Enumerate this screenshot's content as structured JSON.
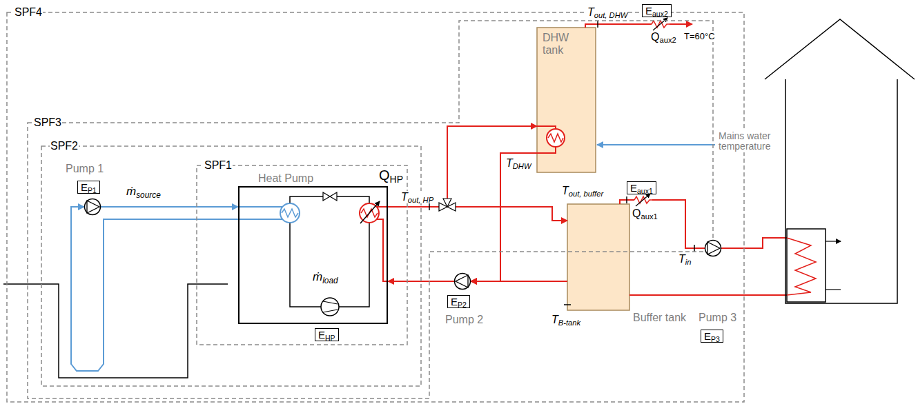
{
  "diagram": {
    "nodes": [
      {
        "text": [
          "SPF4"
        ]
      },
      {
        "text": [
          "SPF3"
        ],
        "in": 0
      },
      {
        "text": [
          "SPF2"
        ],
        "in": 1
      },
      {
        "text": [
          "Pump 1"
        ],
        "in": 2
      },
      {
        "text": [
          "EP1"
        ],
        "in": 2
      },
      {
        "text": [
          "SPF1"
        ],
        "in": 2
      },
      {
        "text": [
          "Heat Pump"
        ],
        "in": 5
      },
      {
        "text": [
          "EHP"
        ],
        "in": 5
      },
      {
        "text": [
          "Pump 2"
        ],
        "in": 0
      },
      {
        "text": [
          "EP2"
        ],
        "in": 0
      },
      {
        "text": [
          "DHW tank"
        ],
        "in": 1
      },
      {
        "text": [
          "Eaux2"
        ]
      },
      {
        "text": [
          "Buffer tank"
        ],
        "in": 0
      },
      {
        "text": [
          "Eaux1"
        ],
        "in": 1
      },
      {
        "text": [
          "Pump 3"
        ],
        "in": 0
      },
      {
        "text": [
          "EP3"
        ],
        "in": 0
      }
    ],
    "edges": [
      {
        "from": 3,
        "to": 6,
        "arrow": "to"
      },
      {
        "from": 6,
        "to": 3,
        "arrow": "to"
      },
      {
        "from": 6,
        "to": 10,
        "arrow": "to"
      },
      {
        "from": 6,
        "to": 12,
        "arrow": "to"
      },
      {
        "from": 12,
        "to": 8,
        "arrow": "to"
      },
      {
        "from": 10,
        "to": 8,
        "arrow": "to"
      },
      {
        "from": 8,
        "to": 6,
        "arrow": "to"
      },
      {
        "from": 12,
        "to": 14,
        "arrow": "none"
      }
    ],
    "labels": [
      "ṁsource",
      "QHP",
      "ṁload",
      "Tout, HP",
      "Tout, DHW",
      "Qaux2",
      "T=60°C",
      "Mains water temperature",
      "TDHW",
      "Tout, buffer",
      "Qaux1",
      "TB-tank",
      "Tin"
    ]
  }
}
